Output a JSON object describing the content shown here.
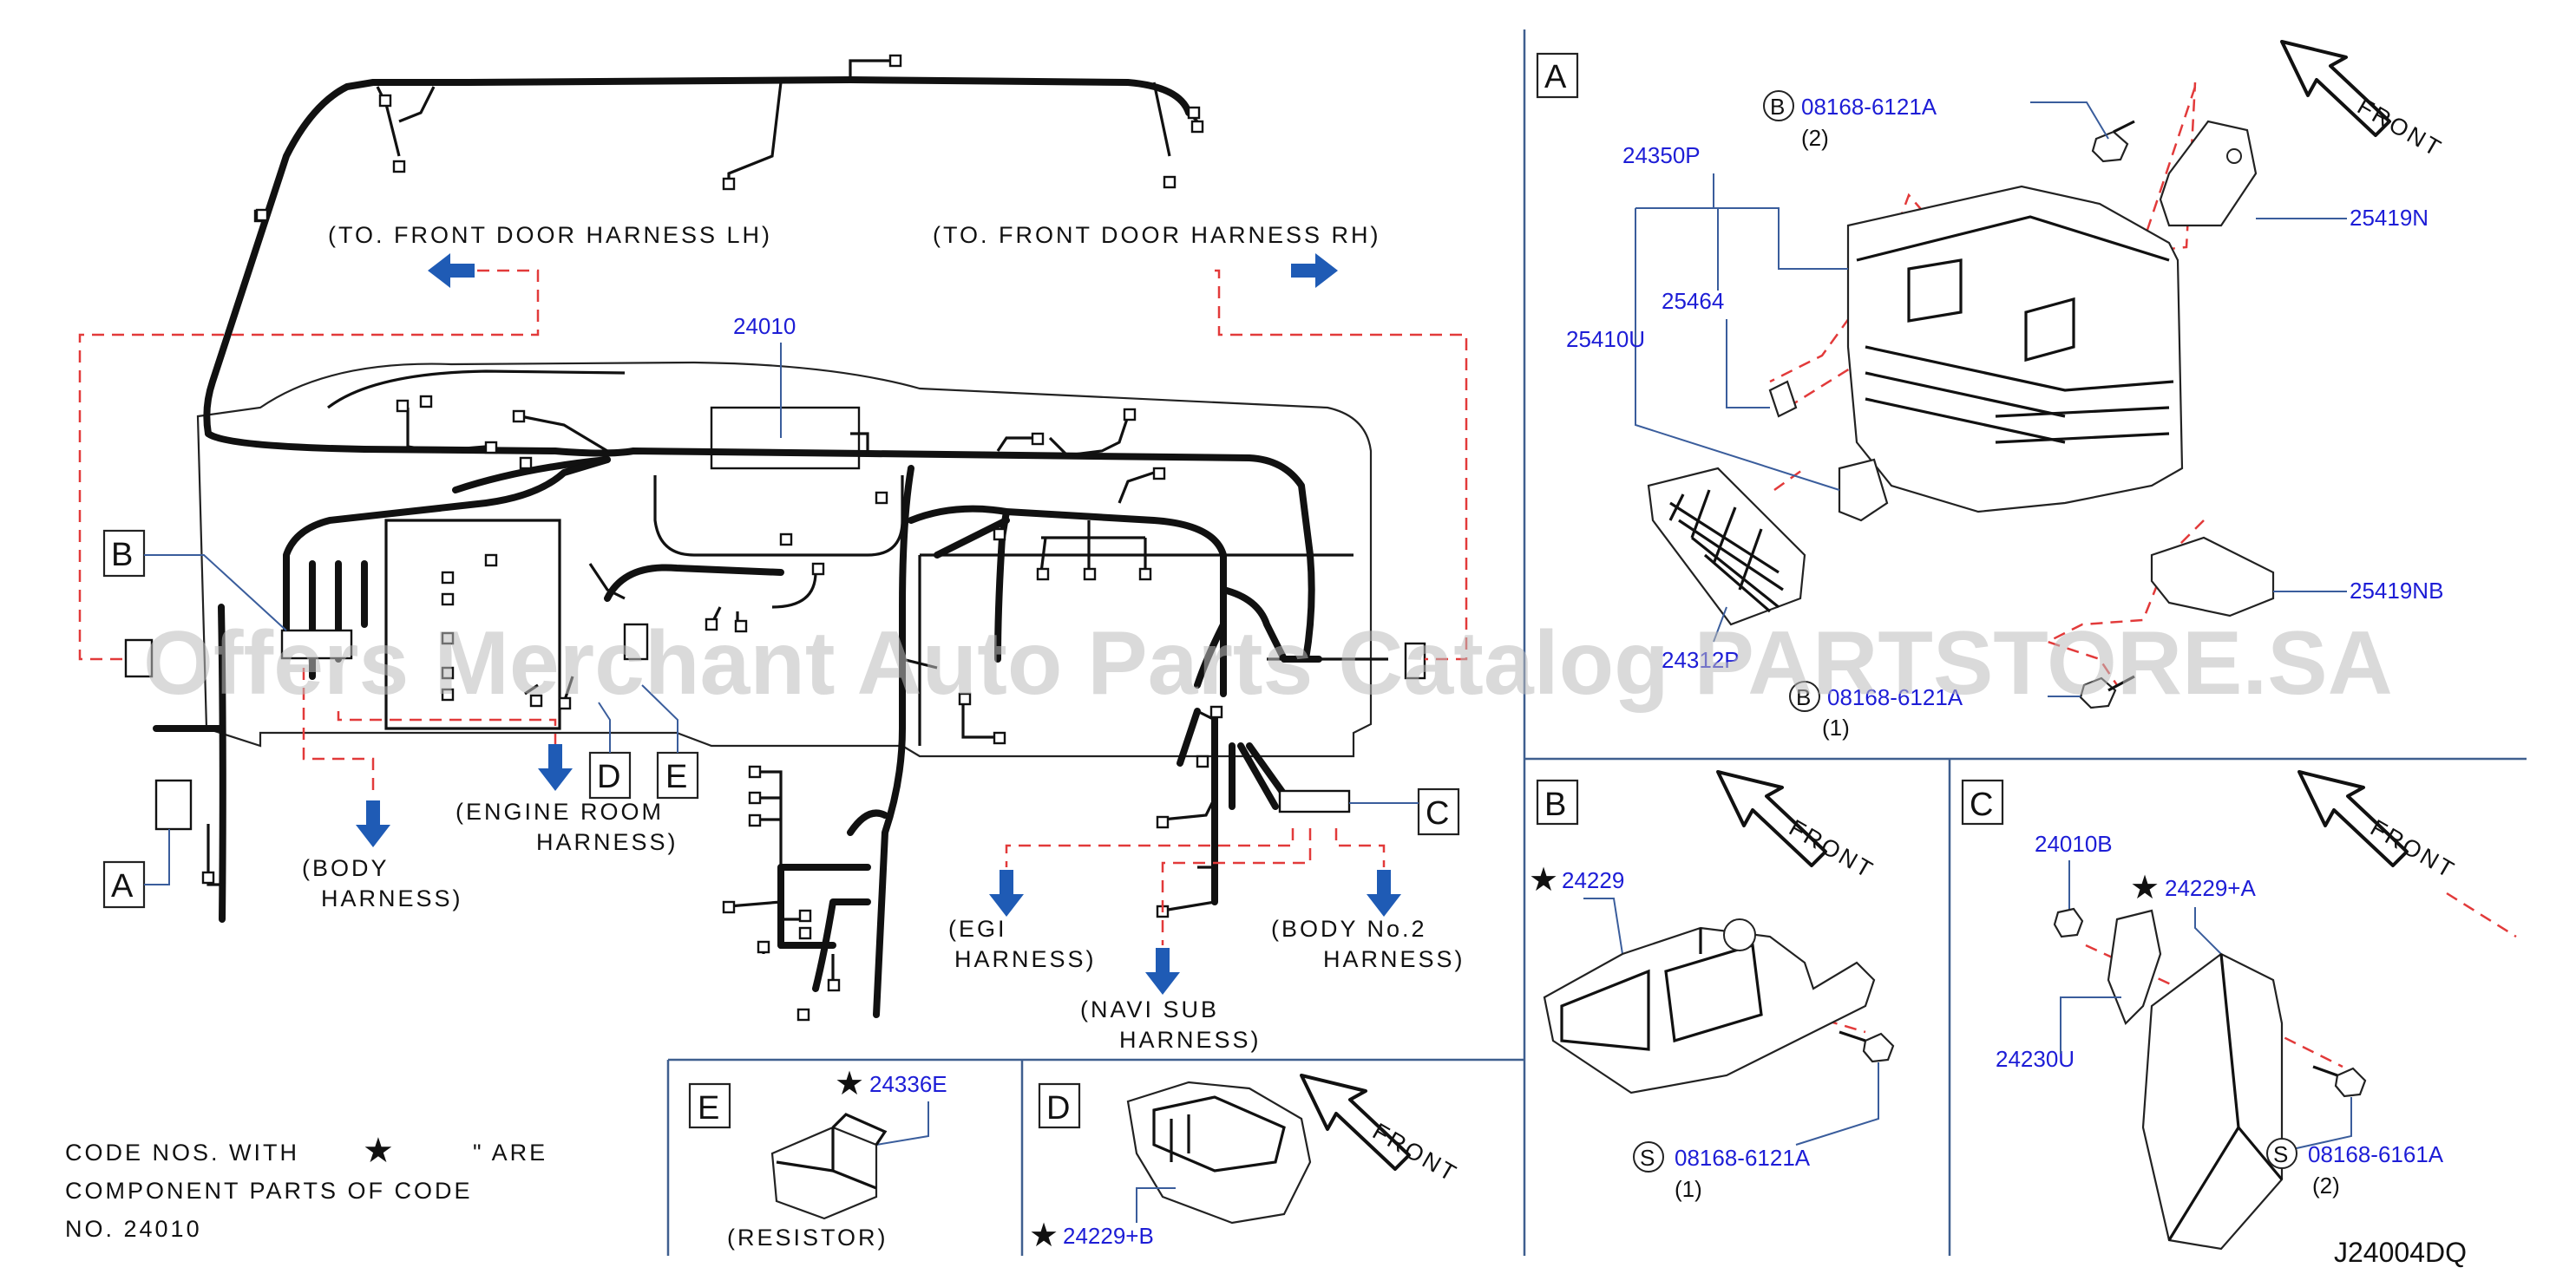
{
  "watermark": "Offers Merchant Auto Parts Catalog PARTSTORE.SA",
  "diagram_code": "J24004DQ",
  "main": {
    "to_front_door_lh": "(TO.  FRONT  DOOR  HARNESS  LH)",
    "to_front_door_rh": "(TO.  FRONT  DOOR  HARNESS  RH)",
    "main_part": "24010",
    "callout_a": "A",
    "callout_b": "B",
    "callout_c": "C",
    "callout_d": "D",
    "callout_e": "E",
    "body_harness_1": "(BODY",
    "body_harness_2": "HARNESS)",
    "engine_room_1": "(ENGINE  ROOM",
    "engine_room_2": "HARNESS)",
    "egi_1": "(EGI",
    "egi_2": "HARNESS)",
    "navi_1": "(NAVI  SUB",
    "navi_2": "HARNESS)",
    "body_no2_1": "(BODY  No.2",
    "body_no2_2": "HARNESS)"
  },
  "note": {
    "line1": "CODE  NOS.  WITH",
    "line1b": "\"  ARE",
    "line2": "COMPONENT  PARTS  OF  CODE",
    "line3": "NO.  24010"
  },
  "detail_a": {
    "letter": "A",
    "front": "FRONT",
    "bolt_prefix": "B",
    "bolt_top": "08168-6121A",
    "bolt_top_qty": "(2)",
    "part_24350p": "24350P",
    "part_25419n": "25419N",
    "part_25464": "25464",
    "part_25410u": "25410U",
    "part_24312p": "24312P",
    "part_25419nb": "25419NB",
    "bolt_bottom": "08168-6121A",
    "bolt_bottom_qty": "(1)"
  },
  "detail_b": {
    "letter": "B",
    "front": "FRONT",
    "part": "24229",
    "bolt_prefix": "S",
    "bolt": "08168-6121A",
    "bolt_qty": "(1)"
  },
  "detail_c": {
    "letter": "C",
    "front": "FRONT",
    "part_24010b": "24010B",
    "part_24229a": "24229+A",
    "part_24230u": "24230U",
    "bolt_prefix": "S",
    "bolt": "08168-6161A",
    "bolt_qty": "(2)"
  },
  "detail_d": {
    "letter": "D",
    "front": "FRONT",
    "part": "24229+B"
  },
  "detail_e": {
    "letter": "E",
    "part": "24336E",
    "resistor": "(RESISTOR)"
  },
  "colors": {
    "part_number": "#1d1dd6",
    "dashed_guide": "#e23a3a",
    "arrow": "#1f5bb5",
    "panel_border": "#3f5f8f"
  }
}
